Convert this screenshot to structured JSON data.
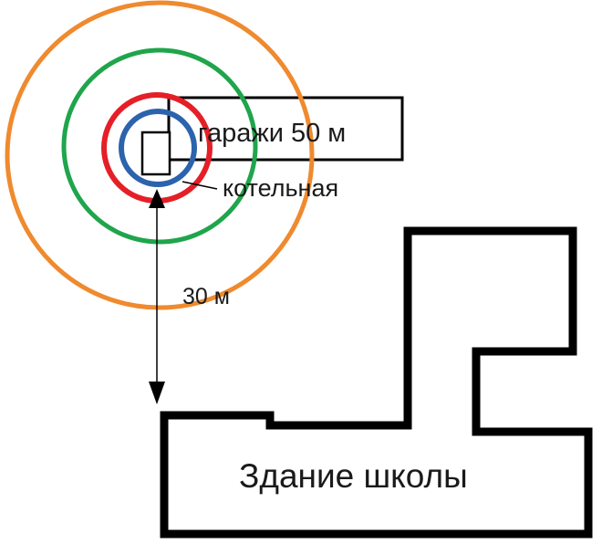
{
  "labels": {
    "garages": "гаражи 50 м",
    "boiler_room": "котельная",
    "distance": "30 м",
    "school": "Здание школы"
  },
  "colors": {
    "orange_ring": "#ef8a2e",
    "green_ring": "#1fa54b",
    "red_ring": "#e51f27",
    "blue_ring": "#2b63ad",
    "outline": "#000000"
  }
}
